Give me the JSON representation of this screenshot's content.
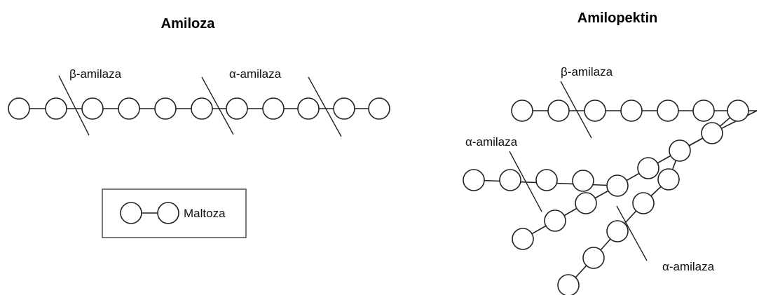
{
  "amylose": {
    "title": "Amiloza",
    "beta_label": "β-amilaza",
    "alpha_label": "α-amilaza"
  },
  "amylopectin": {
    "title": "Amilopektin",
    "beta_label": "β-amilaza",
    "alpha_label_left": "α-amilaza",
    "alpha_label_right": "α-amilaza"
  },
  "legend": {
    "label": "Maltoza"
  }
}
